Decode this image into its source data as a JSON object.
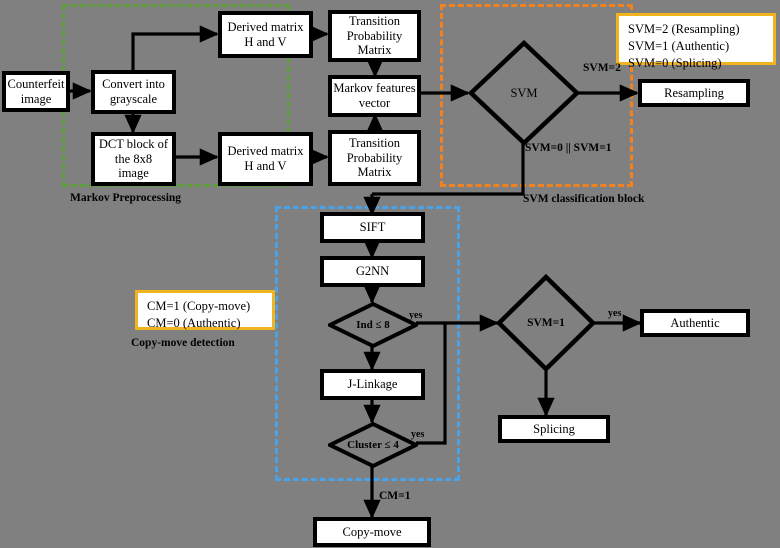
{
  "figure": {
    "title": "Image forgery detection pipeline flowchart",
    "background_color": "#808080",
    "type": "flowchart"
  },
  "colors": {
    "markov_group_border": "#5f9e3c",
    "svm_group_border": "#f2821e",
    "copymove_group_border": "#4aa3e8",
    "legend_border": "#f0b41e",
    "node_fill": "#ffffff",
    "node_border": "#000000",
    "background": "#808080"
  },
  "groups": [
    {
      "id": "markov",
      "caption": "Markov Preprocessing",
      "border_color": "#5f9e3c"
    },
    {
      "id": "svm",
      "caption": "SVM classification block",
      "border_color": "#f2821e"
    },
    {
      "id": "copymove",
      "caption": "Copy-move detection",
      "border_color": "#4aa3e8"
    }
  ],
  "nodes": [
    {
      "id": "counterfeit",
      "label": "Counterfeit\nimage",
      "shape": "process"
    },
    {
      "id": "grayscale",
      "label": "Convert into\ngrayscale",
      "shape": "process"
    },
    {
      "id": "dct",
      "label": "DCT block of\nthe 8x8\nimage",
      "shape": "process"
    },
    {
      "id": "derived_top",
      "label": "Derived matrix\nH and V",
      "shape": "process"
    },
    {
      "id": "derived_bot",
      "label": "Derived matrix\nH and V",
      "shape": "process"
    },
    {
      "id": "tpm_top",
      "label": "Transition\nProbability\nMatrix",
      "shape": "process"
    },
    {
      "id": "tpm_bot",
      "label": "Transition\nProbability\nMatrix",
      "shape": "process"
    },
    {
      "id": "markov_feat",
      "label": "Markov features\nvector",
      "shape": "process"
    },
    {
      "id": "svm",
      "label": "SVM",
      "shape": "decision"
    },
    {
      "id": "resampling",
      "label": "Resampling",
      "shape": "process"
    },
    {
      "id": "sift",
      "label": "SIFT",
      "shape": "process"
    },
    {
      "id": "g2nn",
      "label": "G2NN",
      "shape": "process"
    },
    {
      "id": "ind_check",
      "label": "Ind ≤ 8",
      "shape": "decision"
    },
    {
      "id": "jlinkage",
      "label": "J-Linkage",
      "shape": "process"
    },
    {
      "id": "cluster_check",
      "label": "Cluster ≤ 4",
      "shape": "decision"
    },
    {
      "id": "copymove",
      "label": "Copy-move",
      "shape": "process"
    },
    {
      "id": "svm1",
      "label": "SVM=1",
      "shape": "decision"
    },
    {
      "id": "authentic",
      "label": "Authentic",
      "shape": "process"
    },
    {
      "id": "splicing",
      "label": "Splicing",
      "shape": "process"
    }
  ],
  "edge_labels": {
    "svm_to_resampling": "SVM=2",
    "svm_to_copymove_block": "SVM=0 || SVM=1",
    "ind_yes": "yes",
    "cluster_yes": "yes",
    "svm1_yes": "yes",
    "cm_one": "CM=1"
  },
  "legends": [
    {
      "id": "svm-legend",
      "text": "SVM=2 (Resampling)\nSVM=1 (Authentic)\nSVM=0 (Splicing)"
    },
    {
      "id": "cm-legend",
      "text": "CM=1 (Copy-move)\nCM=0 (Authentic)"
    }
  ]
}
